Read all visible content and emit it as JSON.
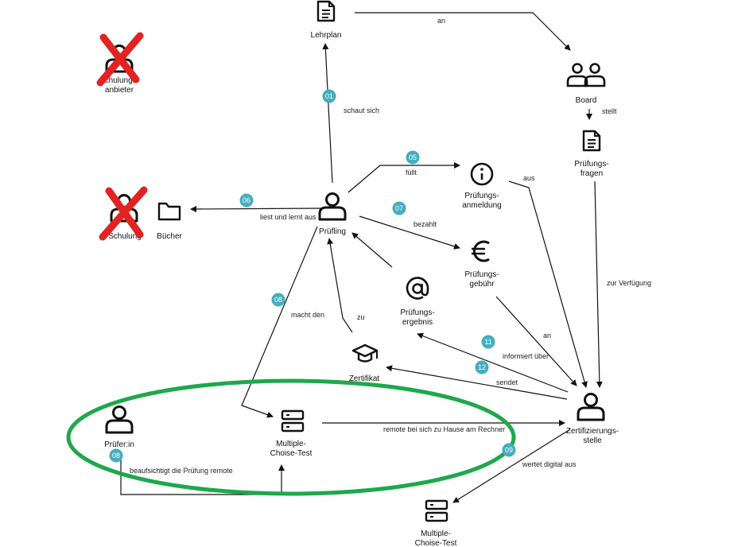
{
  "nodes": {
    "lehrplan": {
      "label": "Lehrplan",
      "icon": "document-icon"
    },
    "board": {
      "label": "Board",
      "icon": "group-icon"
    },
    "pruefungsfragen": {
      "line1": "Prüfungs-",
      "line2": "fragen",
      "icon": "document-icon"
    },
    "schulungsanbieter": {
      "line1": "Schulungs-",
      "line2": "anbieter",
      "icon": "person-icon",
      "crossed": true
    },
    "schulung": {
      "label": "Schulung",
      "icon": "person-icon",
      "crossed": true
    },
    "buecher": {
      "label": "Bücher",
      "icon": "folder-icon"
    },
    "pruefling": {
      "label": "Prüfling",
      "icon": "person-icon"
    },
    "pruefungsanmeldung": {
      "line1": "Prüfungs-",
      "line2": "anmeldung",
      "icon": "info-icon"
    },
    "pruefungsgebuehr": {
      "line1": "Prüfungs-",
      "line2": "gebühr",
      "icon": "euro-icon"
    },
    "pruefungsergebnis": {
      "line1": "Prüfungs-",
      "line2": "ergebnis",
      "icon": "at-icon"
    },
    "zertifikat": {
      "label": "Zertifikat",
      "icon": "graduation-cap-icon"
    },
    "pruefer": {
      "label": "Prüfer:in",
      "icon": "person-icon"
    },
    "mctest": {
      "line1": "Multiple-",
      "line2": "Choise-Test",
      "icon": "server-icon"
    },
    "zertifizierungsstelle": {
      "line1": "Zertifizierungs-",
      "line2": "stelle",
      "icon": "person-icon"
    },
    "mctest2": {
      "line1": "Multiple-",
      "line2": "Choise-Test",
      "icon": "server-icon"
    }
  },
  "edges": {
    "an": "an",
    "stellt": "stellt",
    "schaut_sich": "schaut sich",
    "fuellt": "füllt",
    "aus": "aus",
    "liest_und_lernt_aus": "liest und lernt aus",
    "bezahlt": "bezahlt",
    "zur_verfuegung": "zur Verfügung",
    "macht_den": "macht den",
    "zu": "zu",
    "an2": "an",
    "informiert_ueber": "informiert über",
    "sendet": "sendet",
    "remote": "remote bei sich zu Hause am Rechner",
    "beaufsichtigt": "beaufsichtigt die Prüfung remote",
    "wertet_digital_aus": "wertet digital aus"
  },
  "badges": {
    "b01": "01",
    "b05": "05",
    "b06": "06",
    "b07": "07",
    "b08": "08",
    "b08b": "08",
    "b11": "11",
    "b12": "12",
    "b09": "09"
  },
  "colors": {
    "badge": "#45adbd",
    "highlight_ellipse": "#1ea84a",
    "cross": "#e32222",
    "line": "#111111"
  }
}
